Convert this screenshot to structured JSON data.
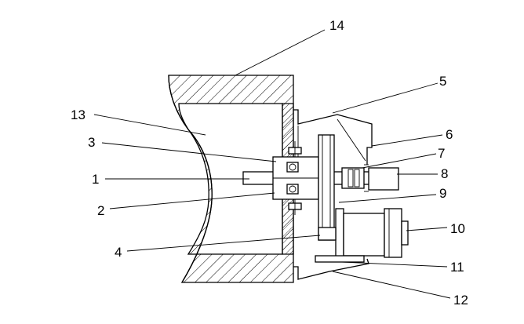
{
  "callouts": [
    {
      "id": "c14",
      "text": "14"
    },
    {
      "id": "c5",
      "text": "5"
    },
    {
      "id": "c13",
      "text": "13"
    },
    {
      "id": "c6",
      "text": "6"
    },
    {
      "id": "c3",
      "text": "3"
    },
    {
      "id": "c7",
      "text": "7"
    },
    {
      "id": "c1",
      "text": "1"
    },
    {
      "id": "c8",
      "text": "8"
    },
    {
      "id": "c9",
      "text": "9"
    },
    {
      "id": "c2",
      "text": "2"
    },
    {
      "id": "c10",
      "text": "10"
    },
    {
      "id": "c4",
      "text": "4"
    },
    {
      "id": "c11",
      "text": "11"
    },
    {
      "id": "c12",
      "text": "12"
    }
  ]
}
